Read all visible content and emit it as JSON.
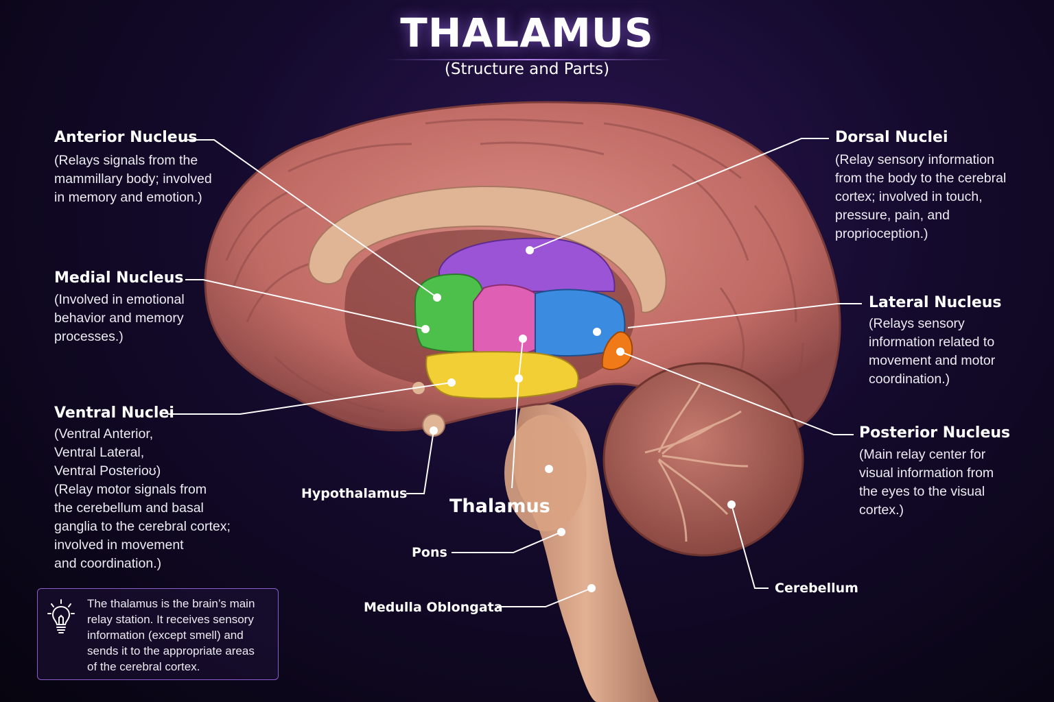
{
  "title": "THALAMUS",
  "subtitle": "(Structure and Parts)",
  "labels": {
    "anterior": {
      "name": "Anterior Nucleus",
      "description": "(Relays signals from the\nmammillary body; involved\nin memory and emotion.)"
    },
    "medial": {
      "name": "Medial Nucleus",
      "description": "(Involved in emotional\nbehavior and memory\nprocesses.)"
    },
    "ventral": {
      "name": "Ventral Nuclei",
      "description": "(Ventral Anterior,\nVentral Lateral,\nVentral Posterioʊ)\n(Relay motor signals from\nthe cerebellum and basal\nganglia to the cerebral cortex;\ninvolved in movement\nand coordination.)"
    },
    "dorsal": {
      "name": "Dorsal Nuclei",
      "description": "(Relay sensory information\nfrom the body to the cerebral\ncortex; involved in touch,\npressure, pain, and\nproprioception.)"
    },
    "lateral": {
      "name": "Lateral Nucleus",
      "description": "(Relays sensory\ninformation related to\nmovement and motor\ncoordination.)"
    },
    "posterior": {
      "name": "Posterior Nucleus",
      "description": "(Main relay center for\nvisual information from\nthe eyes to the visual\ncortex.)"
    },
    "hypothalamus": "Hypothalamus",
    "thalamus": "Thalamus",
    "pons": "Pons",
    "medulla": "Medulla Oblongata",
    "cerebellum": "Cerebellum"
  },
  "info": {
    "icon": "lightbulb-icon",
    "text": "The thalamus is the brain’s main\nrelay station. It receives sensory\ninformation (except smell) and\nsends it to the appropriate areas\nof the cerebral cortex."
  },
  "colors": {
    "anterior": "#4cc04a",
    "dorsal": "#9b54d6",
    "medial": "#df5fb4",
    "lateral": "#3b8be0",
    "ventral": "#f2cf35",
    "posterior": "#ef7a17",
    "cortex": "#c56e6a",
    "brainstem": "#d9a383",
    "cerebellum": "#b2645a",
    "box_border": "#8b5fc9"
  }
}
